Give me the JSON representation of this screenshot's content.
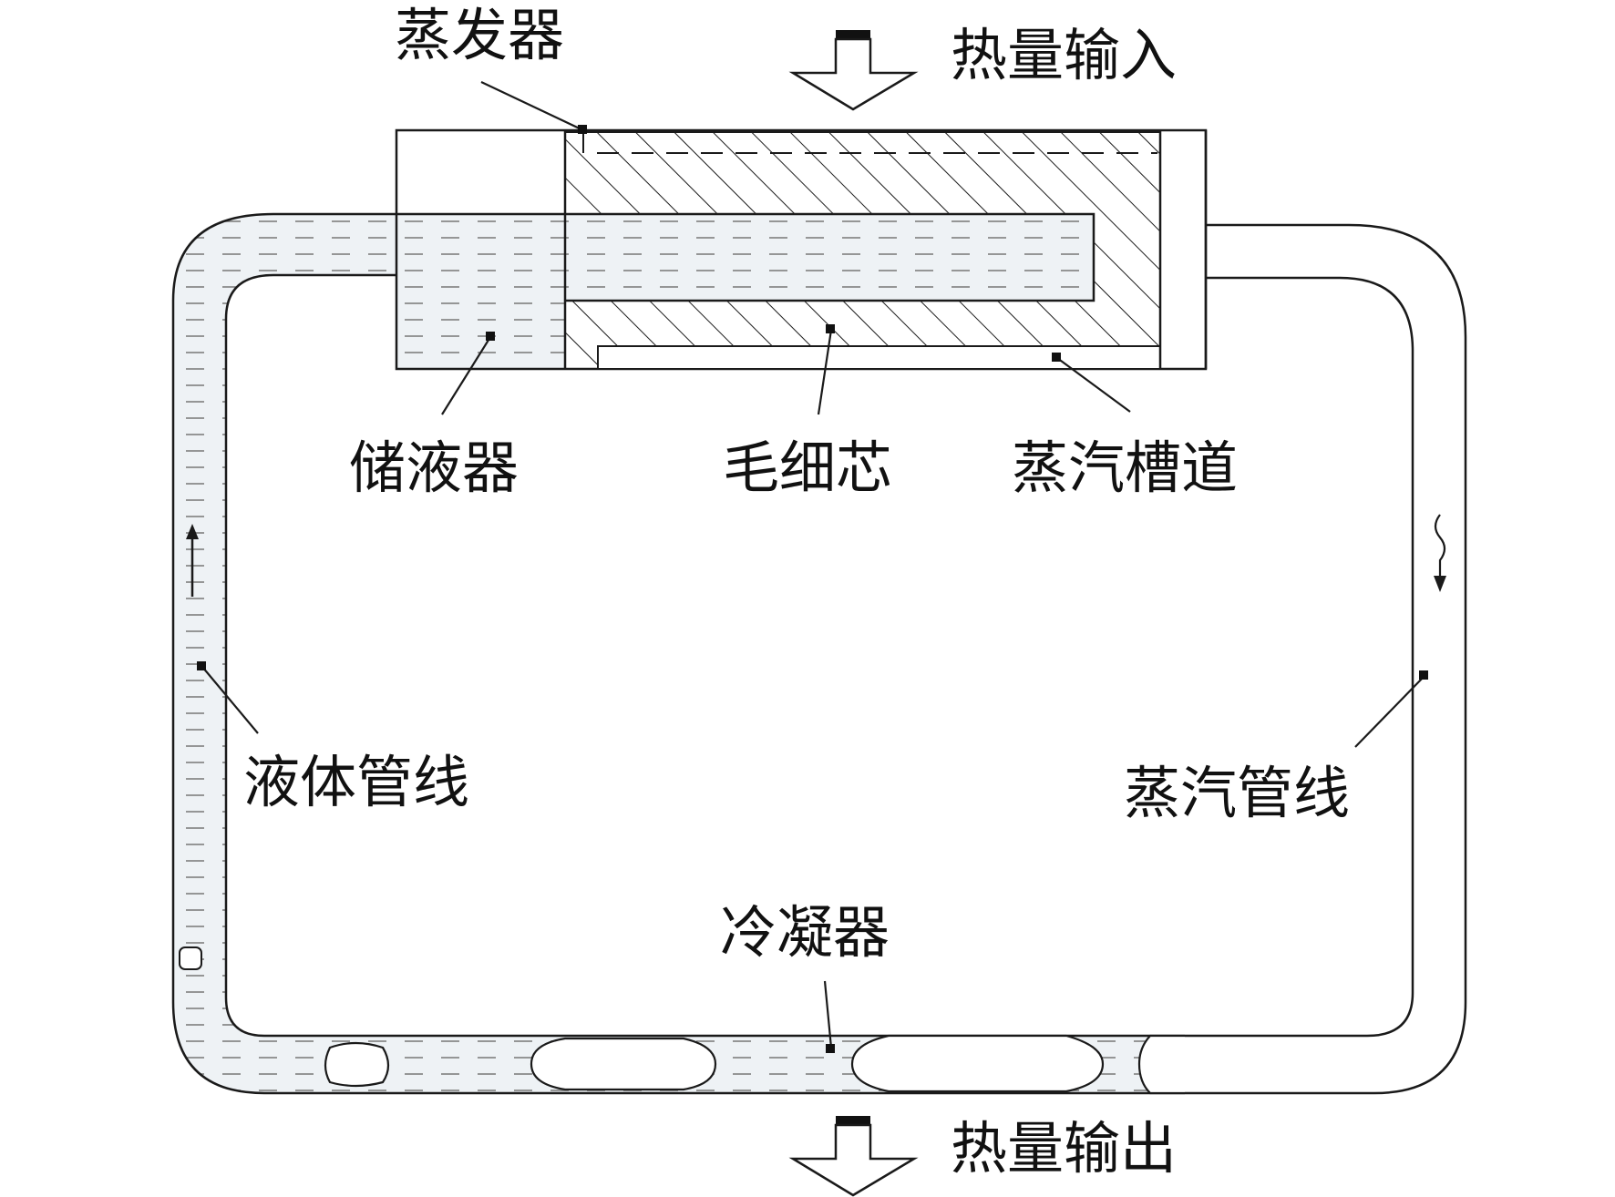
{
  "labels": {
    "evaporator": "蒸发器",
    "heat_input": "热量输入",
    "reservoir": "储液器",
    "wick": "毛细芯",
    "vapor_groove": "蒸汽槽道",
    "liquid_line": "液体管线",
    "vapor_line": "蒸汽管线",
    "condenser": "冷凝器",
    "heat_output": "热量输出"
  },
  "colors": {
    "line": "#1a1a1a",
    "liquid_fill": "#e9eef2",
    "background": "#ffffff"
  }
}
